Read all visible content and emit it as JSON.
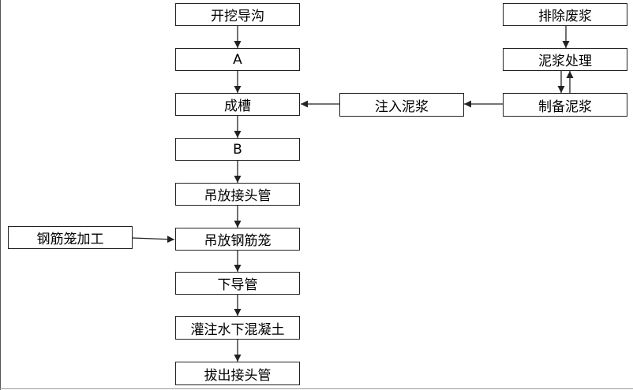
{
  "diagram": {
    "nodes": {
      "excavate_trench": "开挖导沟",
      "step_a": "A",
      "form_trench": "成槽",
      "step_b": "B",
      "lift_joint_pipe": "吊放接头管",
      "lift_rebar_cage": "吊放钢筋笼",
      "lower_tremie": "下导管",
      "pour_concrete": "灌注水下混凝土",
      "pull_joint_pipe": "拔出接头管",
      "rebar_cage_processing": "钢筋笼加工",
      "inject_slurry": "注入泥浆",
      "discharge_slurry": "排除废浆",
      "slurry_treatment": "泥浆处理",
      "prepare_slurry": "制备泥浆"
    },
    "edges": [
      [
        "excavate_trench",
        "step_a"
      ],
      [
        "step_a",
        "form_trench"
      ],
      [
        "form_trench",
        "step_b"
      ],
      [
        "step_b",
        "lift_joint_pipe"
      ],
      [
        "lift_joint_pipe",
        "lift_rebar_cage"
      ],
      [
        "lift_rebar_cage",
        "lower_tremie"
      ],
      [
        "lower_tremie",
        "pour_concrete"
      ],
      [
        "pour_concrete",
        "pull_joint_pipe"
      ],
      [
        "rebar_cage_processing",
        "lift_rebar_cage"
      ],
      [
        "prepare_slurry",
        "inject_slurry"
      ],
      [
        "inject_slurry",
        "form_trench"
      ],
      [
        "discharge_slurry",
        "slurry_treatment"
      ],
      [
        "slurry_treatment",
        "prepare_slurry"
      ],
      [
        "prepare_slurry",
        "slurry_treatment"
      ]
    ],
    "colors": {
      "line": "#222222",
      "box_border": "#222222",
      "text": "#000000"
    }
  }
}
